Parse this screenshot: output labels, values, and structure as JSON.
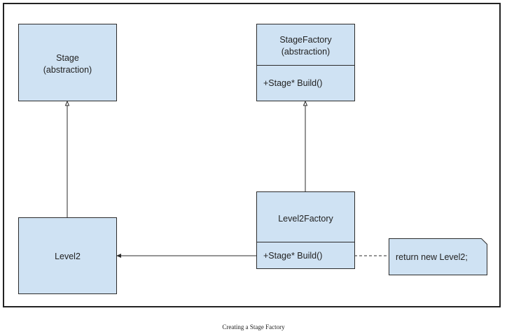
{
  "colors": {
    "box_fill": "#cfe2f3",
    "line": "#2b2b2b",
    "frame": "#222222"
  },
  "diagram": {
    "stage": {
      "name": "Stage",
      "stereotype": "(abstraction)"
    },
    "stage_factory": {
      "name": "StageFactory",
      "stereotype": "(abstraction)",
      "method": "+Stage* Build()"
    },
    "level2": {
      "name": "Level2"
    },
    "level2_factory": {
      "name": "Level2Factory",
      "method": "+Stage* Build()"
    },
    "note": {
      "text": "return new Level2;"
    }
  },
  "caption": "Creating a Stage Factory"
}
